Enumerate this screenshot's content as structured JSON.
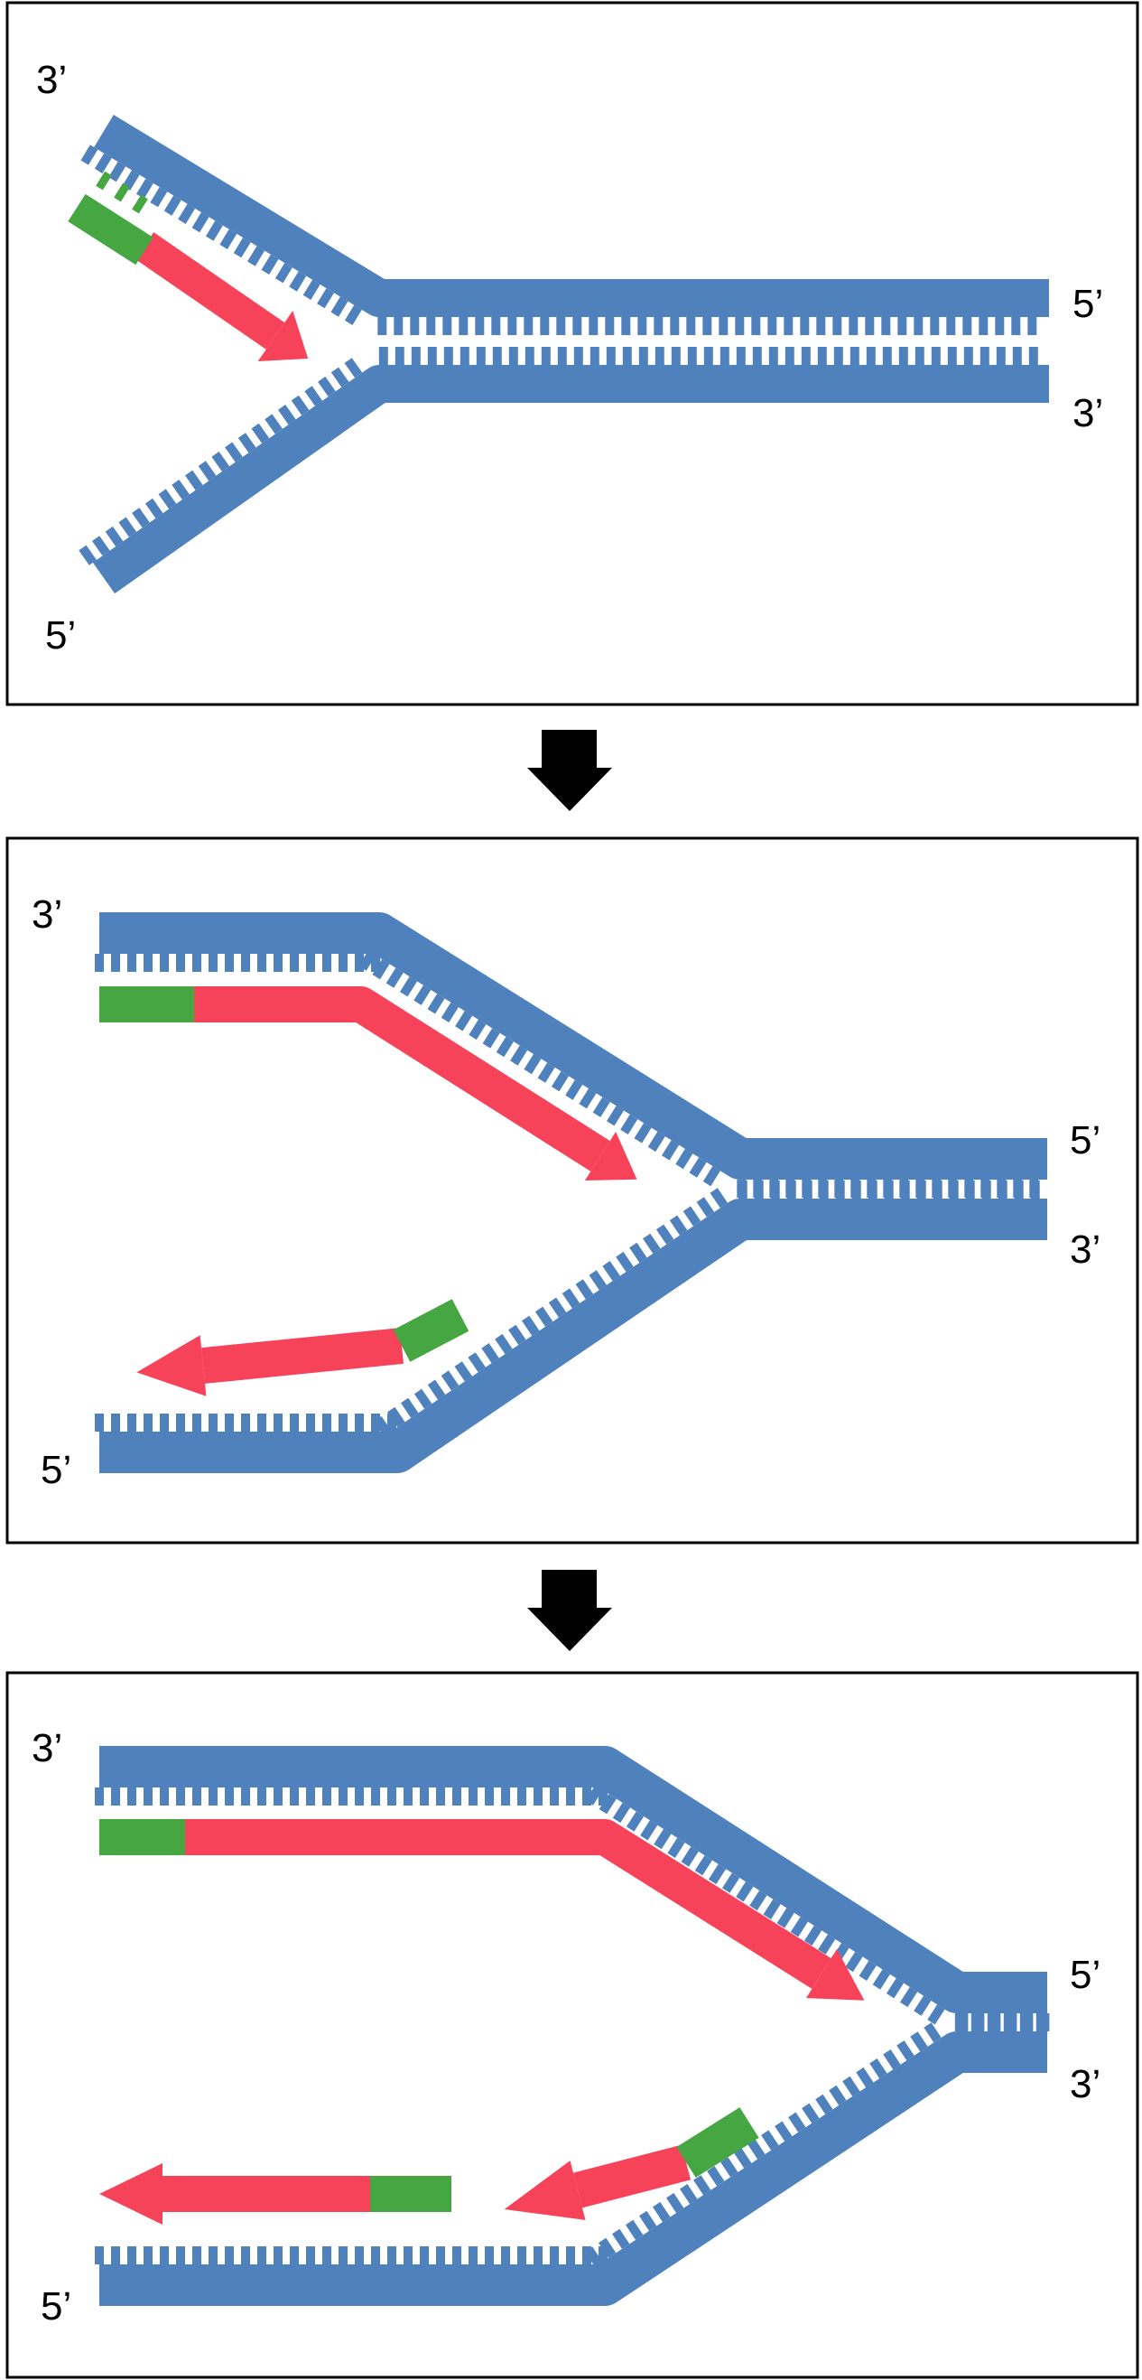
{
  "colors": {
    "template_strand": "#4f81bd",
    "new_strand": "#f7435a",
    "primer": "#45a642",
    "frame": "#000000",
    "arrow": "#000000"
  },
  "panels": [
    {
      "labels": {
        "top_left": "3’",
        "bottom_left": "5’",
        "right_top": "5’",
        "right_bottom": "3’"
      }
    },
    {
      "labels": {
        "top_left": "3’",
        "bottom_left": "5’",
        "right_top": "5’",
        "right_bottom": "3’"
      }
    },
    {
      "labels": {
        "top_left": "3’",
        "bottom_left": "5’",
        "right_top": "5’",
        "right_bottom": "3’"
      }
    }
  ]
}
